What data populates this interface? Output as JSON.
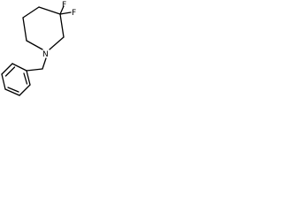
{
  "molecule": {
    "atoms": {
      "n1": "N",
      "f1": "F",
      "f2": "F"
    },
    "colors": {
      "background": "#ffffff",
      "ink": "#000000"
    }
  }
}
